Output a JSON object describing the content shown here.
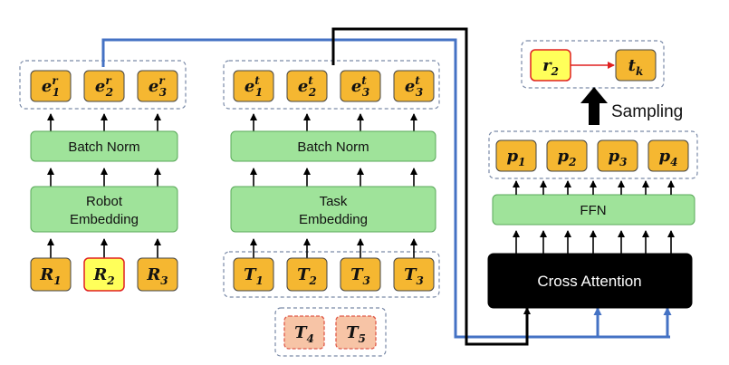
{
  "robot_branch": {
    "embeddings": [
      {
        "base": "e",
        "sub": "1",
        "sup": "r"
      },
      {
        "base": "e",
        "sub": "2",
        "sup": "r"
      },
      {
        "base": "e",
        "sub": "3",
        "sup": "r"
      }
    ],
    "batch_norm_label": "Batch Norm",
    "embedding_label_line1": "Robot",
    "embedding_label_line2": "Embedding",
    "inputs": [
      {
        "base": "R",
        "sub": "1",
        "highlight": false
      },
      {
        "base": "R",
        "sub": "2",
        "highlight": true
      },
      {
        "base": "R",
        "sub": "3",
        "highlight": false
      }
    ]
  },
  "task_branch": {
    "embeddings": [
      {
        "base": "e",
        "sub": "1",
        "sup": "t"
      },
      {
        "base": "e",
        "sub": "2",
        "sup": "t"
      },
      {
        "base": "e",
        "sub": "3",
        "sup": "t"
      },
      {
        "base": "e",
        "sub": "3",
        "sup": "t"
      }
    ],
    "batch_norm_label": "Batch Norm",
    "embedding_label_line1": "Task",
    "embedding_label_line2": "Embedding",
    "inputs": [
      {
        "base": "T",
        "sub": "1"
      },
      {
        "base": "T",
        "sub": "2"
      },
      {
        "base": "T",
        "sub": "3"
      },
      {
        "base": "T",
        "sub": "3"
      }
    ],
    "extra_tasks": [
      {
        "base": "T",
        "sub": "4"
      },
      {
        "base": "T",
        "sub": "5"
      }
    ]
  },
  "decoder": {
    "cross_attention_label": "Cross Attention",
    "ffn_label": "FFN",
    "probabilities": [
      {
        "base": "p",
        "sub": "1"
      },
      {
        "base": "p",
        "sub": "2"
      },
      {
        "base": "p",
        "sub": "3"
      },
      {
        "base": "p",
        "sub": "4"
      }
    ],
    "sampling_label": "Sampling",
    "assignment": {
      "robot": {
        "base": "r",
        "sub": "2"
      },
      "task": {
        "base": "t",
        "sub": "k"
      }
    }
  },
  "colors": {
    "token_fill": "#f5b731",
    "highlight_fill": "#ffff5a",
    "highlight_border": "#e02020",
    "layer_fill": "#9fe39a",
    "layer_border": "#5aa85a",
    "extra_task_fill": "#f7c4a6",
    "extra_task_border": "#e05a4a",
    "group_border": "#7a8aa8",
    "blue_line": "#4472c4",
    "black_line": "#000000",
    "assign_arrow": "#e02020",
    "cross_attention_fill": "#000000"
  }
}
